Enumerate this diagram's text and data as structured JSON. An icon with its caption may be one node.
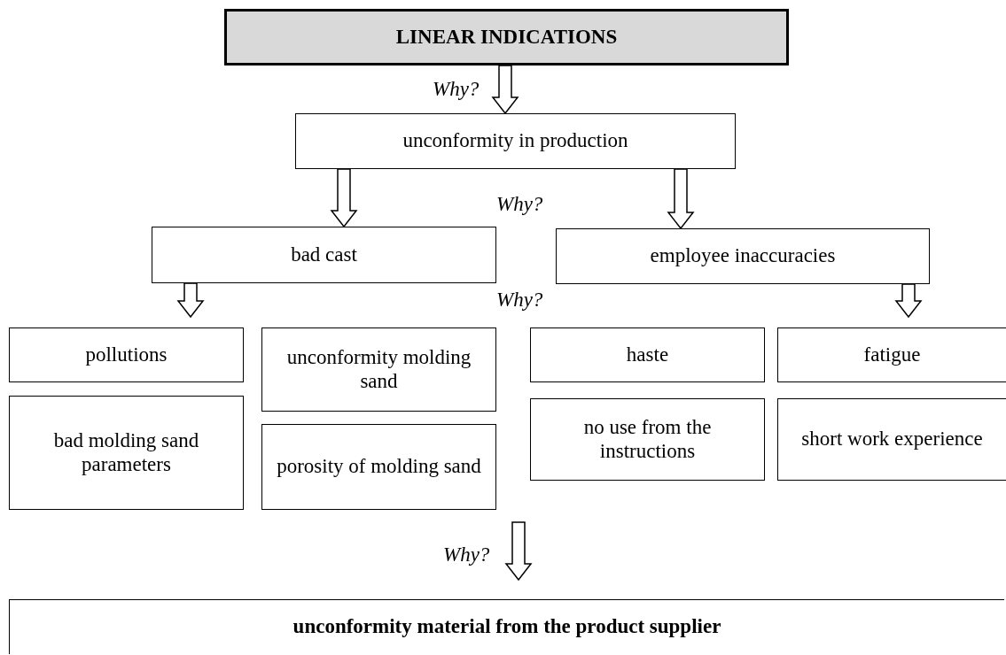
{
  "diagram": {
    "nodes": [
      {
        "text": [
          "LINEAR INDICATIONS"
        ]
      },
      {
        "text": [
          "unconformity in production"
        ]
      },
      {
        "text": [
          "bad cast"
        ]
      },
      {
        "text": [
          "employee inaccuracies"
        ]
      },
      {
        "text": [
          "pollutions"
        ]
      },
      {
        "text": [
          "bad molding sand parameters"
        ]
      },
      {
        "text": [
          "unconformity molding sand"
        ]
      },
      {
        "text": [
          "porosity of molding sand"
        ]
      },
      {
        "text": [
          "haste"
        ]
      },
      {
        "text": [
          "fatigue"
        ]
      },
      {
        "text": [
          "no use from the instructions"
        ]
      },
      {
        "text": [
          "short work experience"
        ]
      },
      {
        "text": [
          "unconformity material from the product supplier"
        ]
      }
    ],
    "edges": [
      {
        "from": 0,
        "to": 1,
        "arrow": "to"
      },
      {
        "from": 1,
        "to": 2,
        "arrow": "to"
      },
      {
        "from": 1,
        "to": 3,
        "arrow": "to"
      },
      {
        "from": 2,
        "to": 4,
        "arrow": "to"
      },
      {
        "from": 3,
        "to": 9,
        "arrow": "to"
      },
      {
        "from": null,
        "to": 12,
        "arrow": "to"
      }
    ],
    "labels": [
      "Why?",
      "Why?",
      "Why?",
      "Why?"
    ]
  }
}
